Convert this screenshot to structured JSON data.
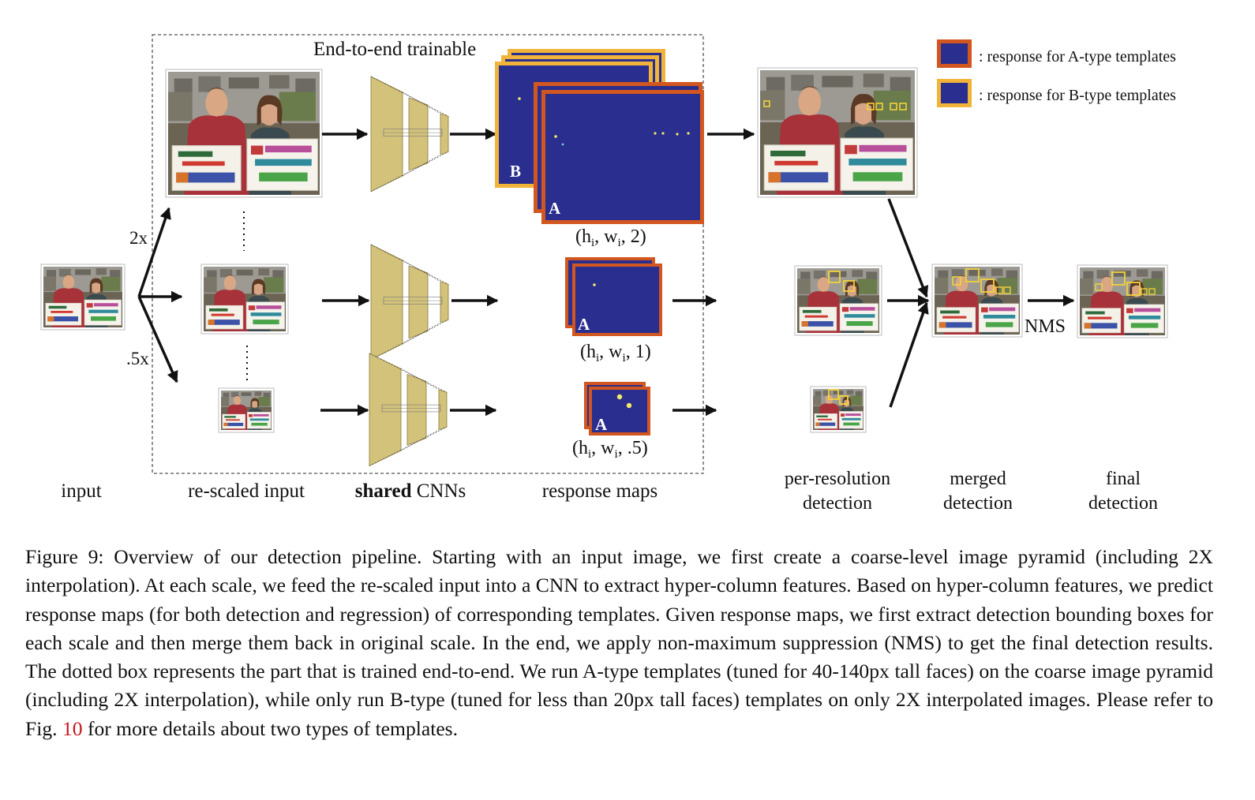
{
  "figure": {
    "top_label": "End-to-end trainable",
    "legend": {
      "a_text": ": response for A-type templates",
      "b_text": ": response for B-type templates",
      "a_border_color": "#d2561f",
      "b_border_color": "#f0b43a",
      "fill_color": "#2b2f8f"
    },
    "scale_up": "2x",
    "scale_down": ".5x",
    "map_letter_a": "A",
    "map_letter_b": "B",
    "dims": {
      "d2": {
        "open": "(h",
        "sub1": "i",
        "mid": ", w",
        "sub2": "i",
        "close": ", 2)"
      },
      "d1": {
        "open": "(h",
        "sub1": "i",
        "mid": ", w",
        "sub2": "i",
        "close": ", 1)"
      },
      "d05": {
        "open": "(h",
        "sub1": "i",
        "mid": ", w",
        "sub2": "i",
        "close": ", .5)"
      }
    },
    "nms": "NMS",
    "bottom_labels": {
      "input": "input",
      "rescaled": "re-scaled input",
      "shared_bold": "shared",
      "shared_rest": " CNNs",
      "response": "response maps",
      "per_res_1": "per-resolution",
      "per_res_2": "detection",
      "merged_1": "merged",
      "merged_2": "detection",
      "final_1": "final",
      "final_2": "detection"
    }
  },
  "caption": {
    "text_before": "Figure 9: Overview of our detection pipeline. Starting with an input image, we first create a coarse-level image pyramid (including 2X interpolation). At each scale, we feed the re-scaled input into a CNN to extract hyper-column features. Based on hyper-column features, we predict response maps (for both detection and regression) of corresponding templates. Given response maps, we first extract detection bounding boxes for each scale and then merge them back in original scale. In the end, we apply non-maximum suppression (NMS) to get the final detection results. The dotted box represents the part that is trained end-to-end. We run A-type templates (tuned for 40-140px tall faces) on the coarse image pyramid (including 2X interpolation), while only run B-type (tuned for less than 20px tall faces) templates on only 2X interpolated images. Please refer to Fig. ",
    "ref": "10",
    "text_after": " for more details about two types of templates."
  }
}
